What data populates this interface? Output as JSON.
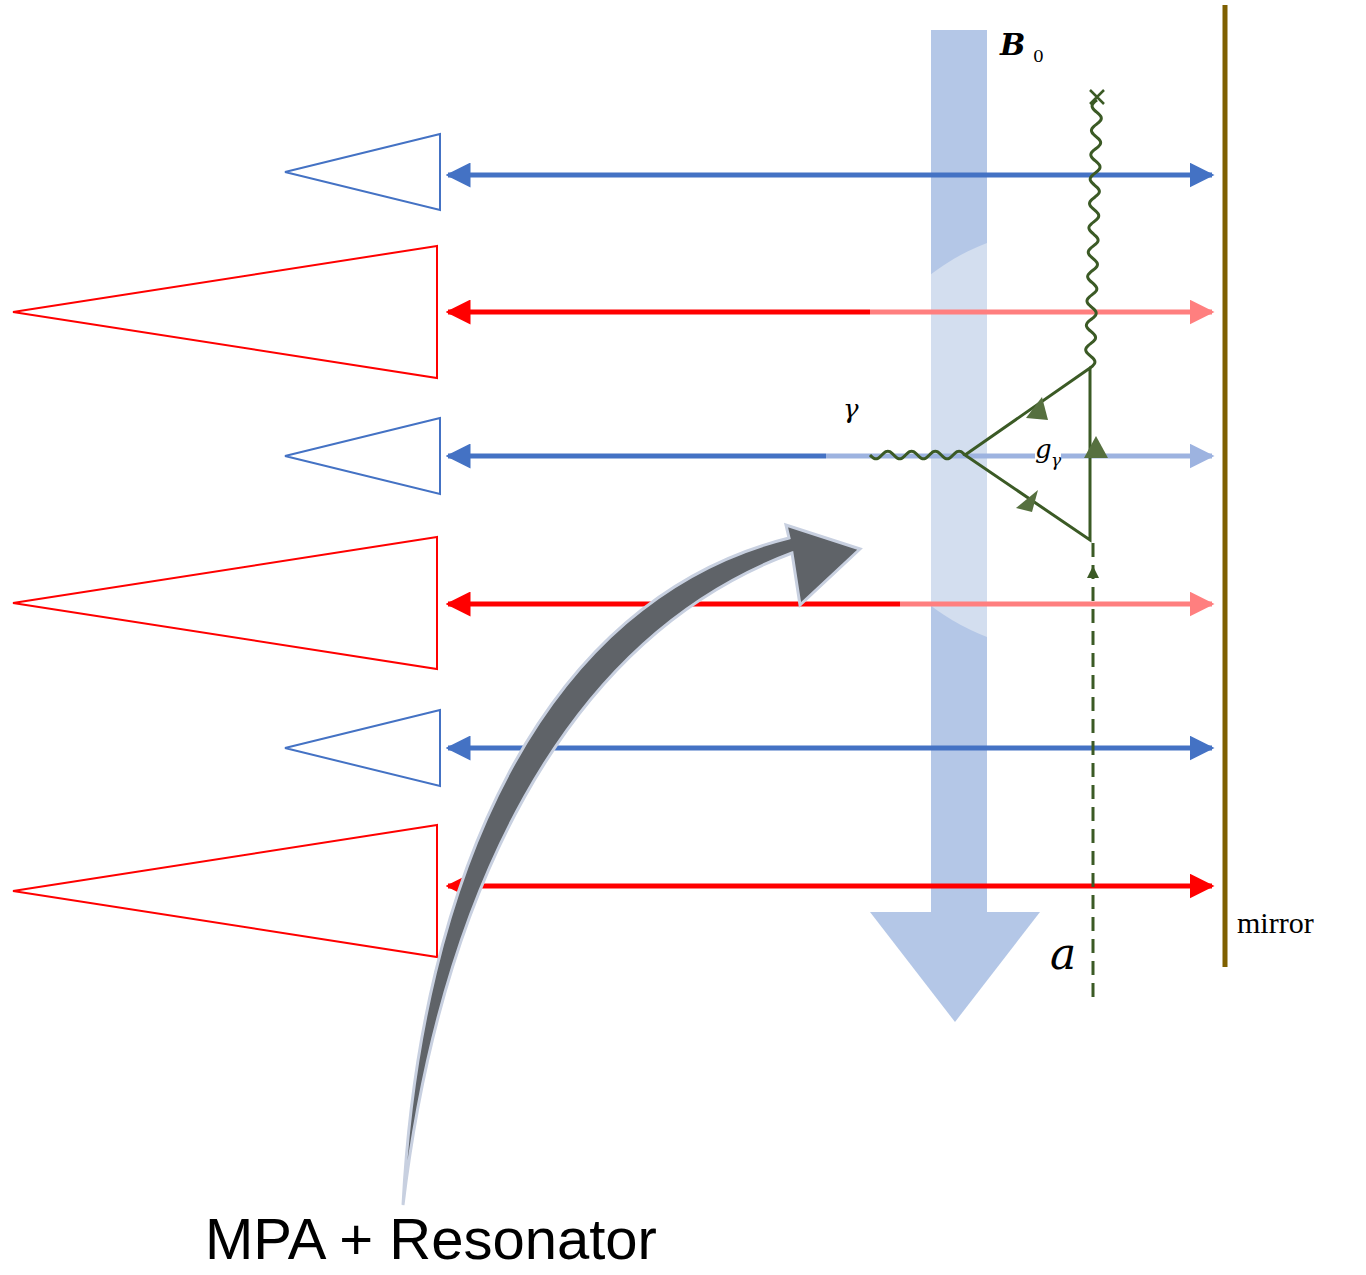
{
  "diagram": {
    "labels": [
      "B",
      "0",
      "γ",
      "g",
      "γ",
      "a",
      "mirror",
      "MPA + Resonator"
    ]
  }
}
